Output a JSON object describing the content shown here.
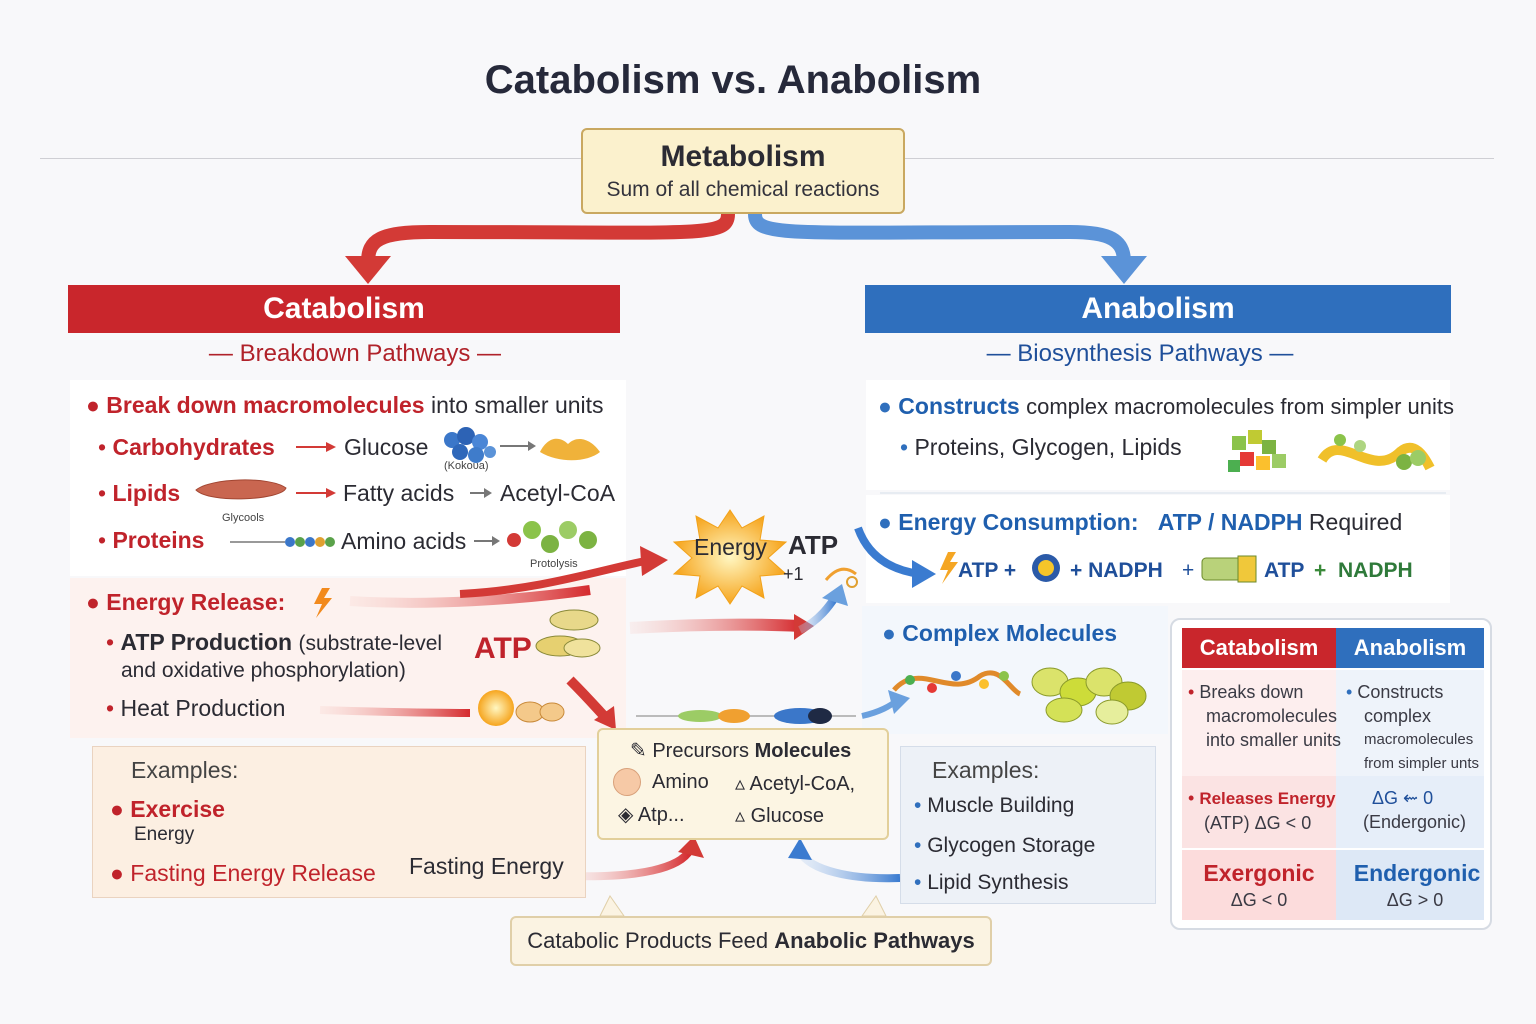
{
  "title": "Catabolism vs. Anabolism",
  "metabolism": {
    "heading": "Metabolism",
    "subtitle": "Sum of all chemical reactions"
  },
  "catabolism": {
    "header": "Catabolism",
    "subheader": "Breakdown Pathways",
    "lead_bold": "Break down macromolecules",
    "lead_rest": "into smaller units",
    "rows": [
      {
        "label": "Carbohydrates",
        "product": "Glucose",
        "note": "(Kokoᴜa)"
      },
      {
        "label": "Lipids",
        "product": "Fatty acids",
        "next": "Acetyl-CoA",
        "note": "Glycools"
      },
      {
        "label": "Proteins",
        "product": "Amino acids",
        "note": "Protolysis"
      }
    ],
    "energy_release": "Energy Release:",
    "atp_production_1": "ATP Production",
    "atp_production_1b": "(substrate-level",
    "atp_production_2": "and oxidative phosphorylation)",
    "atp_label": "ATP",
    "heat": "Heat Production",
    "examples": {
      "heading": "Examples:",
      "exercise": "Exercise",
      "exercise_sub": "Energy",
      "fasting": "Fasting Energy Release",
      "fasting_caption": "Fasting Energy"
    }
  },
  "center": {
    "energy_word": "Energy",
    "atp_word": "ATP",
    "plus_one": "+1",
    "precursors_light": "Precursors",
    "precursors_bold": "Molecules",
    "amino": "Amino",
    "acetyl": "Acetyl-CoA,",
    "atp_dots": "Atp...",
    "glucose": "Glucose",
    "feed_light": "Catabolic Products Feed",
    "feed_bold": "Anabolic Pathways"
  },
  "anabolism": {
    "header": "Anabolism",
    "subheader": "Biosynthesis Pathways",
    "lead_bold": "Constructs",
    "lead_rest": "complex macromolecules from simpler units",
    "products": "Proteins, Glycogen, Lipids",
    "energy_bold": "Energy Consumption:",
    "energy_atp": "ATP / NADPH",
    "energy_rest": "Required",
    "eq_atp1": "ATP +",
    "eq_nadph1": "+ NADPH",
    "eq_plus": "+",
    "eq_atp2": "ATP",
    "eq_plus2": "+",
    "eq_nadph2": "NADPH",
    "complex": "Complex Molecules",
    "examples": {
      "heading": "Examples:",
      "items": [
        "Muscle Building",
        "Glycogen Storage",
        "Lipid Synthesis"
      ]
    }
  },
  "comparison": {
    "cat_header": "Catabolism",
    "ana_header": "Anabolism",
    "cat_desc": [
      "Breaks down",
      "macromolecules",
      "into smaller units"
    ],
    "ana_desc": [
      "Constructs",
      "complex",
      "macromolecules",
      "from simpler unts"
    ],
    "cat_energy": "Releases Energy",
    "cat_energy_sub": "(ATP)  ΔG < 0",
    "ana_energy": "ΔG ⇜ 0",
    "ana_energy_sub": "(Endergonic)",
    "cat_type": "Exergonic",
    "cat_type_sub": "ΔG < 0",
    "ana_type": "Endergonic",
    "ana_type_sub": "ΔG > 0"
  },
  "colors": {
    "catabolism": "#c9262c",
    "anabolism": "#2f6fbd",
    "metabolism_bg": "#fbf1cd"
  }
}
